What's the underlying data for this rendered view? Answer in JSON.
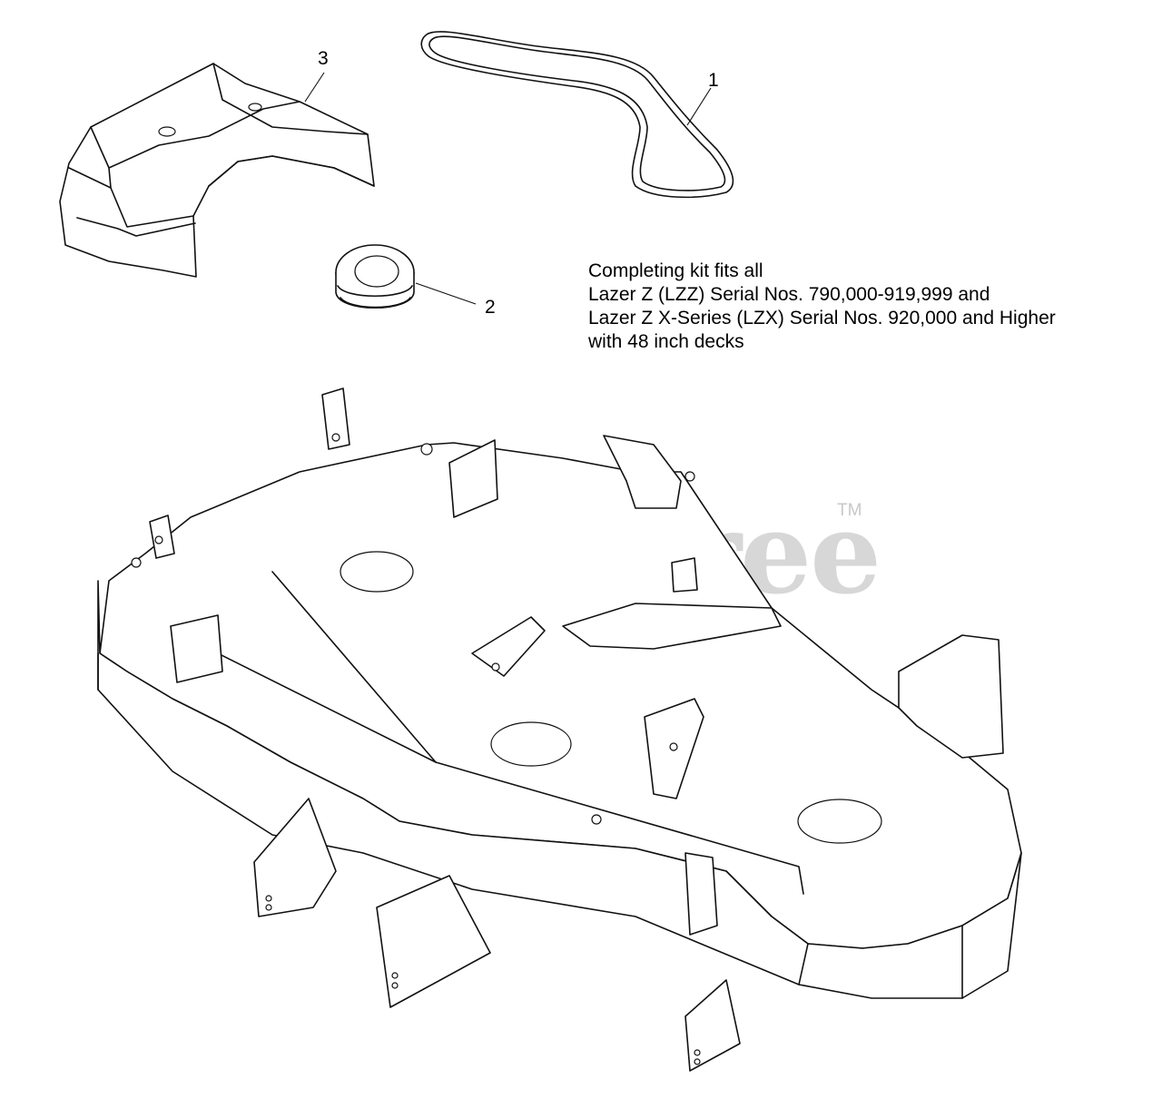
{
  "callouts": {
    "part1": "1",
    "part2": "2",
    "part3": "3"
  },
  "note": {
    "line1": "Completing kit fits all",
    "line2": "Lazer Z (LZZ) Serial Nos. 790,000-919,999 and",
    "line3": "Lazer Z X-Series (LZX) Serial Nos. 920,000 and Higher",
    "line4": "with 48 inch decks"
  },
  "watermark": {
    "text": "PartsTree",
    "tm": "TM"
  },
  "parts": [
    {
      "callout": "1",
      "name": "belt-icon"
    },
    {
      "callout": "2",
      "name": "bushing-icon"
    },
    {
      "callout": "3",
      "name": "belt-cover-icon"
    }
  ]
}
